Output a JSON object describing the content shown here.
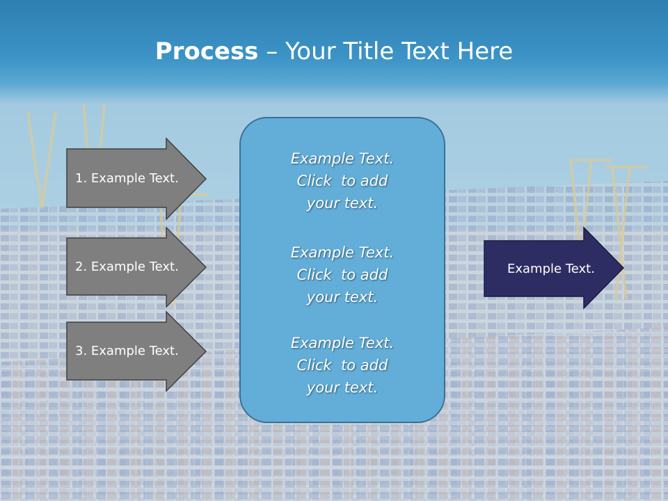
{
  "slide": {
    "title_bold": "Process",
    "title_rest": " – Your Title Text Here"
  },
  "left_arrows": [
    {
      "label": "1. Example Text."
    },
    {
      "label": "2. Example Text."
    },
    {
      "label": "3. Example Text."
    }
  ],
  "center_box": {
    "blocks": [
      {
        "line1": "Example Text.",
        "line2": "Click  to add",
        "line3": "your text."
      },
      {
        "line1": "Example Text.",
        "line2": "Click  to add",
        "line3": "your text."
      },
      {
        "line1": "Example Text.",
        "line2": "Click  to add",
        "line3": "your text."
      }
    ]
  },
  "right_arrow": {
    "label": "Example Text."
  },
  "colors": {
    "title_band": "#3c93c6",
    "left_arrow_fill": "#7f7f7f",
    "center_box_fill": "#62aed9",
    "right_arrow_fill": "#2e2d63"
  }
}
